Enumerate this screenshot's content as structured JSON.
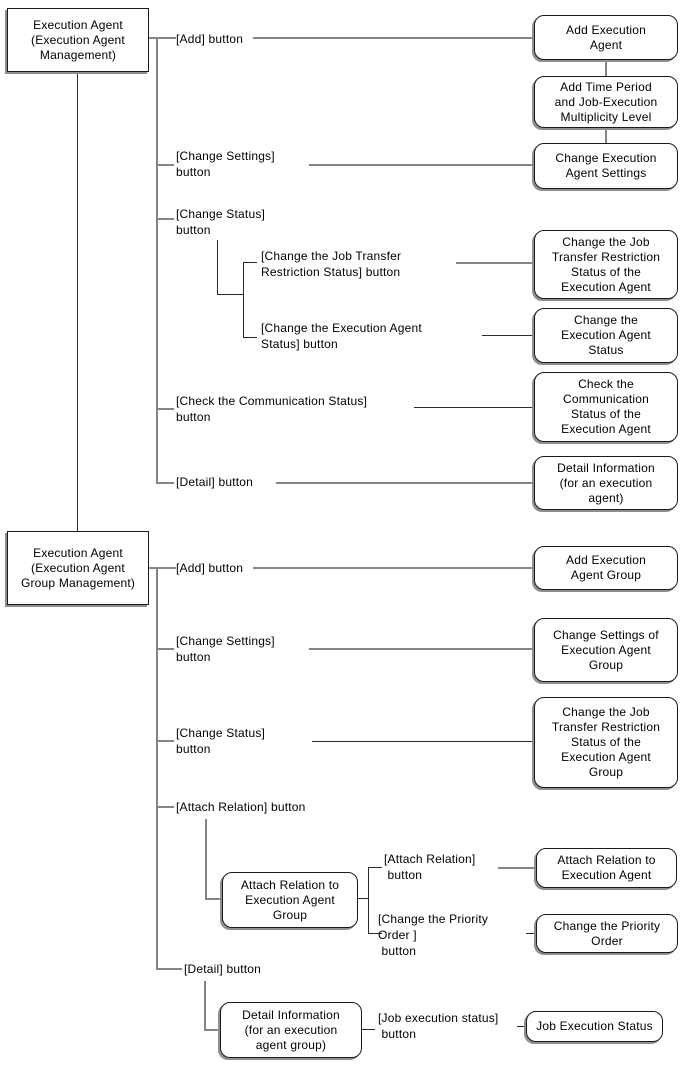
{
  "colors": {
    "background": "#ffffff",
    "box_border": "#1a1a1a",
    "box_shadow_gray": "#8f8f8f",
    "connector_gray": "#858585",
    "connector_dark": "#2b2b2b"
  },
  "parent1": {
    "label": "Execution Agent\n(Execution Agent\nManagement)"
  },
  "parent2": {
    "label": "Execution Agent\n(Execution Agent\nGroup Management)"
  },
  "s1": {
    "add_button": "[Add] button",
    "add_result": "Add Execution\nAgent",
    "add_time_period_result": "Add Time Period\nand Job-Execution\nMultiplicity Level",
    "change_settings_button": "[Change Settings]\nbutton",
    "change_settings_result": "Change Execution\nAgent Settings",
    "change_status_button": "[Change Status]\nbutton",
    "change_job_transfer_button": "[Change the Job Transfer\nRestriction Status] button",
    "change_job_transfer_result": "Change the Job\nTransfer Restriction\nStatus of the\nExecution Agent",
    "change_agent_status_button": "[Change the Execution Agent\nStatus] button",
    "change_agent_status_result": "Change the\nExecution Agent\nStatus",
    "check_comm_button": "[Check the Communication Status]\nbutton",
    "check_comm_result": "Check the\nCommunication\nStatus of the\nExecution Agent",
    "detail_button": "[Detail] button",
    "detail_result": "Detail Information\n(for an execution\nagent)"
  },
  "s2": {
    "add_button": "[Add] button",
    "add_result": "Add Execution\nAgent Group",
    "change_settings_button": "[Change Settings]\nbutton",
    "change_settings_result": "Change Settings of\nExecution Agent\nGroup",
    "change_status_button": "[Change Status]\nbutton",
    "change_status_result": "Change the Job\nTransfer Restriction\nStatus of the\nExecution Agent\nGroup",
    "attach_relation_button": "[Attach Relation] button",
    "attach_relation_group_box": "Attach Relation to\nExecution Agent\nGroup",
    "sub_attach_relation_button": "[Attach Relation]\n button",
    "attach_relation_result": "Attach Relation to\nExecution Agent",
    "change_priority_button": "[Change the Priority\nOrder ]\n button",
    "change_priority_result": "Change the Priority\nOrder",
    "detail_button": "[Detail] button",
    "detail_box": "Detail Information\n(for an execution\nagent group)",
    "job_exec_status_button": "[Job execution status]\n button",
    "job_exec_status_result": "Job Execution Status"
  }
}
